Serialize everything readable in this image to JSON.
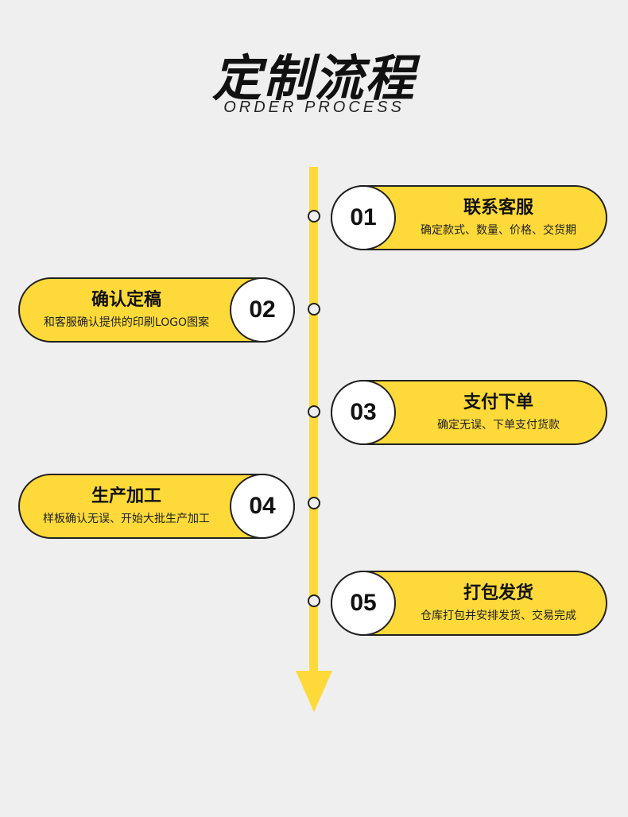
{
  "header": {
    "title": "定制流程",
    "subtitle": "ORDER PROCESS"
  },
  "colors": {
    "accent": "#fdda39",
    "background": "#efefef",
    "outline": "#222222"
  },
  "steps": [
    {
      "number": "01",
      "title": "联系客服",
      "desc": "确定款式、数量、价格、交货期",
      "side": "right"
    },
    {
      "number": "02",
      "title": "确认定稿",
      "desc": "和客服确认提供的印刷LOGO图案",
      "side": "left"
    },
    {
      "number": "03",
      "title": "支付下单",
      "desc": "确定无误、下单支付货款",
      "side": "right"
    },
    {
      "number": "04",
      "title": "生产加工",
      "desc": "样板确认无误、开始大批生产加工",
      "side": "left"
    },
    {
      "number": "05",
      "title": "打包发货",
      "desc": "仓库打包并安排发货、交易完成",
      "side": "right"
    }
  ]
}
